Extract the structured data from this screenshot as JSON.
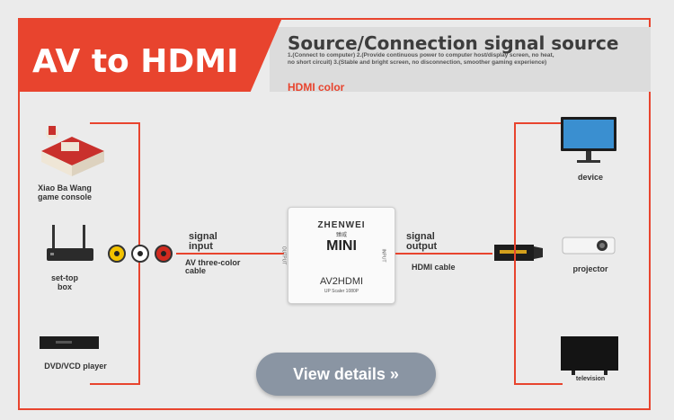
{
  "title_badge": "AV to HDMI",
  "heading": "Source/Connection signal source",
  "sub_lines": [
    "1.(Connect to computer) 2.(Provide continuous power to computer host/display screen, no heat,",
    "no short circuit) 3.(Stable and bright screen, no disconnection, smoother gaming experience)"
  ],
  "hdmi_color": "HDMI color",
  "left_devices": [
    {
      "label": "Xiao Ba Wang\ngame console",
      "icon": "game-console-icon"
    },
    {
      "label": "set-top\nbox",
      "icon": "router-icon"
    },
    {
      "label": "DVD/VCD player",
      "icon": "dvd-player-icon"
    }
  ],
  "signal_input": "signal\ninput",
  "av_cable": "AV three-color\ncable",
  "converter": {
    "brand": "ZHENWEI",
    "brand_sub": "臻威",
    "model_big": "MINI",
    "model": "AV2HDMI",
    "model_sub": "UP Scaler 1080P",
    "port_left": "OUTPUT",
    "port_right": "INPUT"
  },
  "signal_output": "signal\noutput",
  "hdmi_cable": "HDMI cable",
  "right_devices": [
    {
      "label": "device",
      "icon": "monitor-icon"
    },
    {
      "label": "projector",
      "icon": "projector-icon"
    },
    {
      "label": "television",
      "icon": "tv-icon"
    }
  ],
  "view_details": "View details »",
  "colors": {
    "accent": "#e8442e",
    "button": "#8a95a3"
  }
}
